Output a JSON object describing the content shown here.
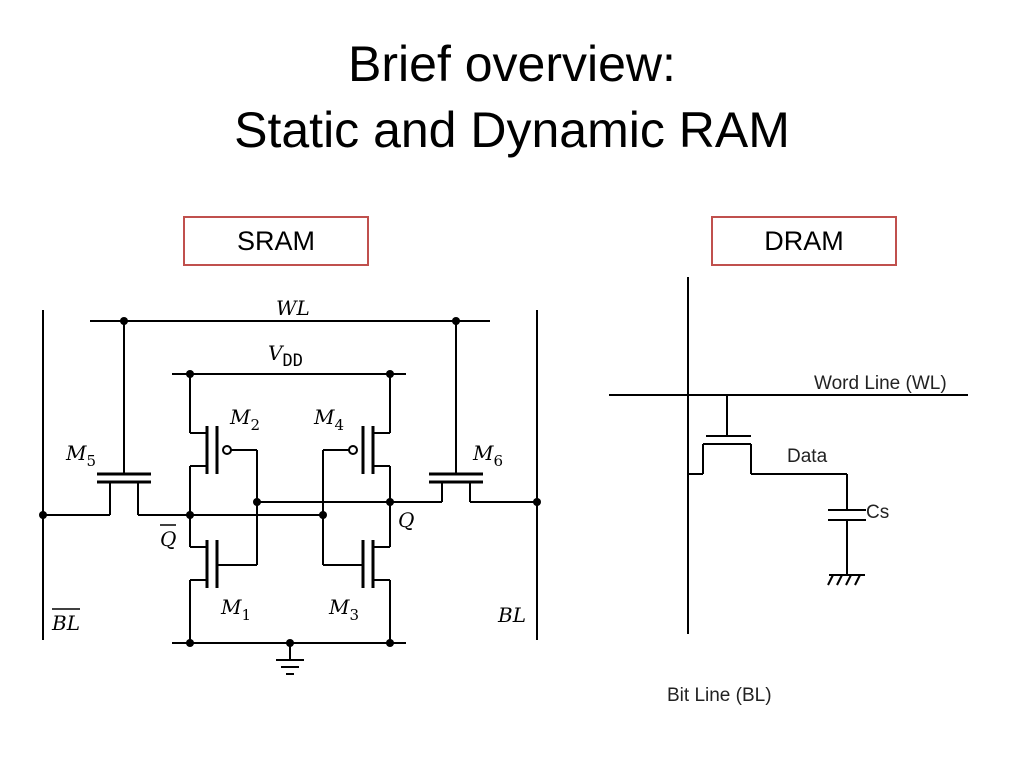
{
  "title": {
    "line1": "Brief overview:",
    "line2": "Static and Dynamic RAM"
  },
  "sram": {
    "label": "SRAM",
    "wl": "WL",
    "vdd_main": "V",
    "vdd_sub": "DD",
    "q": "Q",
    "qbar": "Q",
    "bl": "BL",
    "blbar": "BL",
    "transistors": [
      {
        "main": "M",
        "sub": "1"
      },
      {
        "main": "M",
        "sub": "2"
      },
      {
        "main": "M",
        "sub": "3"
      },
      {
        "main": "M",
        "sub": "4"
      },
      {
        "main": "M",
        "sub": "5"
      },
      {
        "main": "M",
        "sub": "6"
      }
    ]
  },
  "dram": {
    "label": "DRAM",
    "word_line": "Word Line (WL)",
    "data": "Data",
    "cs": "Cs",
    "bit_line": "Bit Line (BL)"
  },
  "colors": {
    "box_border": "#c0504d",
    "wire": "#000000"
  }
}
